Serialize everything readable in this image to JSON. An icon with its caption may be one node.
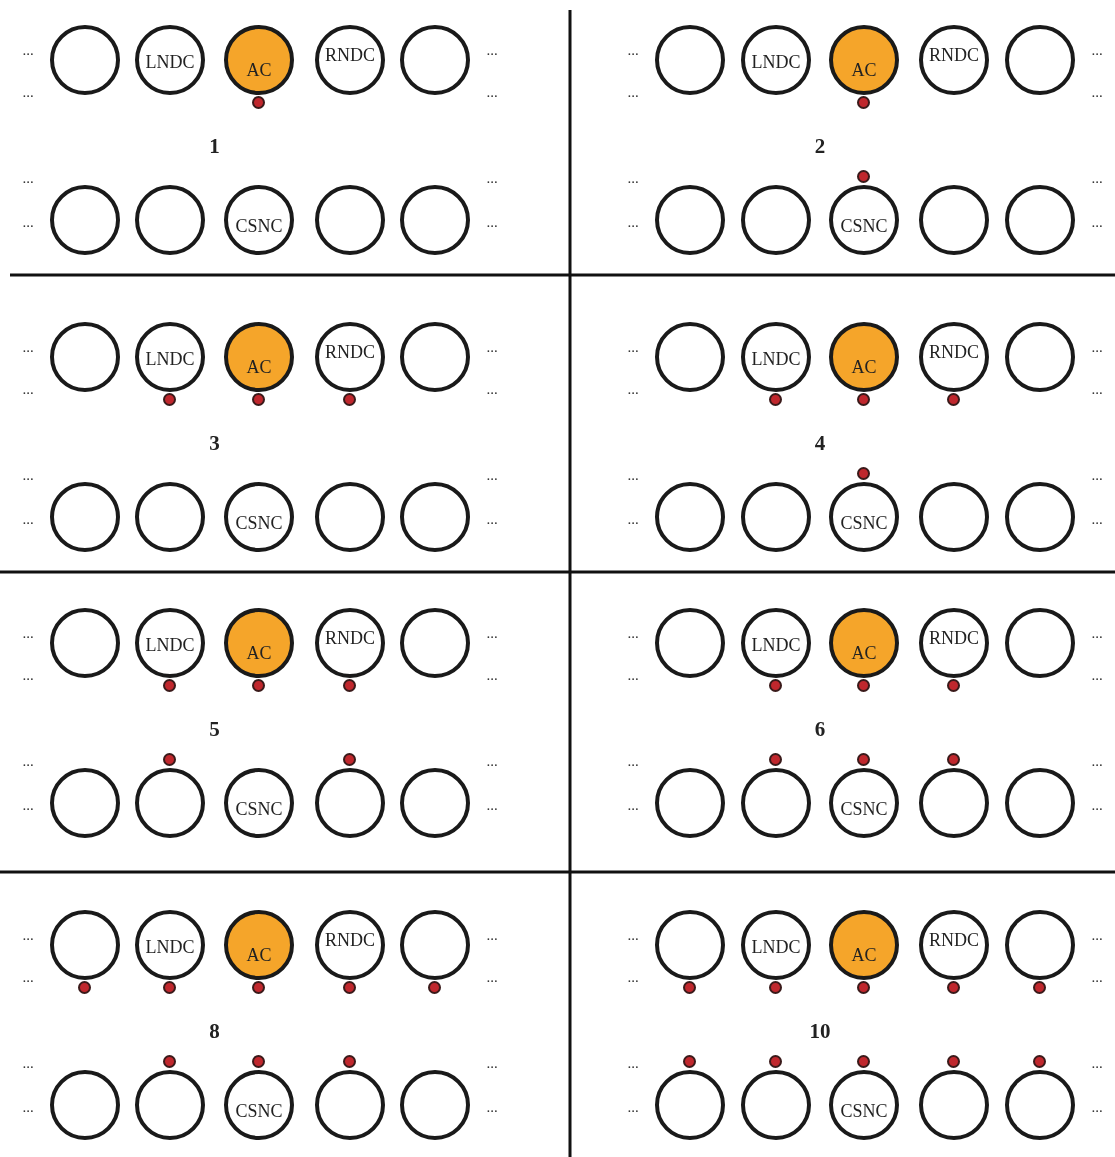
{
  "diagram": {
    "nodes": [
      {
        "text": [
          "1"
        ]
      },
      {
        "text": [],
        "shape": "circle",
        "in": 0
      },
      {
        "text": [
          "LNDC"
        ],
        "in": 0
      },
      {
        "text": [
          "AC"
        ],
        "in": 0
      },
      {
        "text": [
          "RNDC"
        ],
        "in": 0
      },
      {
        "text": [],
        "shape": "circle",
        "in": 0
      },
      {
        "text": [],
        "shape": "dot",
        "in": 0
      },
      {
        "text": [],
        "shape": "circle",
        "in": 0
      },
      {
        "text": [],
        "shape": "circle",
        "in": 0
      },
      {
        "text": [
          "CSNC"
        ],
        "in": 0
      },
      {
        "text": [],
        "shape": "circle",
        "in": 0
      },
      {
        "text": [],
        "shape": "circle",
        "in": 0
      },
      {
        "text": [
          "2"
        ]
      },
      {
        "text": [],
        "shape": "circle",
        "in": 12
      },
      {
        "text": [
          "LNDC"
        ],
        "in": 12
      },
      {
        "text": [
          "AC"
        ],
        "in": 12
      },
      {
        "text": [
          "RNDC"
        ],
        "in": 12
      },
      {
        "text": [],
        "shape": "circle",
        "in": 12
      },
      {
        "text": [],
        "shape": "dot",
        "in": 12
      },
      {
        "text": [],
        "shape": "dot",
        "in": 12
      },
      {
        "text": [],
        "shape": "circle",
        "in": 12
      },
      {
        "text": [],
        "shape": "circle",
        "in": 12
      },
      {
        "text": [
          "CSNC"
        ],
        "in": 12
      },
      {
        "text": [],
        "shape": "circle",
        "in": 12
      },
      {
        "text": [],
        "shape": "circle",
        "in": 12
      },
      {
        "text": [
          "3"
        ]
      },
      {
        "text": [],
        "shape": "circle",
        "in": 25
      },
      {
        "text": [
          "LNDC"
        ],
        "in": 25
      },
      {
        "text": [
          "AC"
        ],
        "in": 25
      },
      {
        "text": [
          "RNDC"
        ],
        "in": 25
      },
      {
        "text": [],
        "shape": "circle",
        "in": 25
      },
      {
        "text": [],
        "shape": "dot",
        "in": 25
      },
      {
        "text": [],
        "shape": "dot",
        "in": 25
      },
      {
        "text": [],
        "shape": "dot",
        "in": 25
      },
      {
        "text": [],
        "shape": "circle",
        "in": 25
      },
      {
        "text": [],
        "shape": "circle",
        "in": 25
      },
      {
        "text": [
          "CSNC"
        ],
        "in": 25
      },
      {
        "text": [],
        "shape": "circle",
        "in": 25
      },
      {
        "text": [],
        "shape": "circle",
        "in": 25
      },
      {
        "text": [
          "4"
        ]
      },
      {
        "text": [],
        "shape": "circle",
        "in": 39
      },
      {
        "text": [
          "LNDC"
        ],
        "in": 39
      },
      {
        "text": [
          "AC"
        ],
        "in": 39
      },
      {
        "text": [
          "RNDC"
        ],
        "in": 39
      },
      {
        "text": [],
        "shape": "circle",
        "in": 39
      },
      {
        "text": [],
        "shape": "dot",
        "in": 39
      },
      {
        "text": [],
        "shape": "dot",
        "in": 39
      },
      {
        "text": [],
        "shape": "dot",
        "in": 39
      },
      {
        "text": [],
        "shape": "dot",
        "in": 39
      },
      {
        "text": [],
        "shape": "circle",
        "in": 39
      },
      {
        "text": [],
        "shape": "circle",
        "in": 39
      },
      {
        "text": [
          "CSNC"
        ],
        "in": 39
      },
      {
        "text": [],
        "shape": "circle",
        "in": 39
      },
      {
        "text": [],
        "shape": "circle",
        "in": 39
      },
      {
        "text": [
          "5"
        ]
      },
      {
        "text": [],
        "shape": "circle",
        "in": 54
      },
      {
        "text": [
          "LNDC"
        ],
        "in": 54
      },
      {
        "text": [
          "AC"
        ],
        "in": 54
      },
      {
        "text": [
          "RNDC"
        ],
        "in": 54
      },
      {
        "text": [],
        "shape": "circle",
        "in": 54
      },
      {
        "text": [],
        "shape": "dot",
        "in": 54
      },
      {
        "text": [],
        "shape": "dot",
        "in": 54
      },
      {
        "text": [],
        "shape": "dot",
        "in": 54
      },
      {
        "text": [],
        "shape": "dot",
        "in": 54
      },
      {
        "text": [],
        "shape": "dot",
        "in": 54
      },
      {
        "text": [],
        "shape": "circle",
        "in": 54
      },
      {
        "text": [],
        "shape": "circle",
        "in": 54
      },
      {
        "text": [
          "CSNC"
        ],
        "in": 54
      },
      {
        "text": [],
        "shape": "circle",
        "in": 54
      },
      {
        "text": [],
        "shape": "circle",
        "in": 54
      },
      {
        "text": [
          "6"
        ]
      },
      {
        "text": [],
        "shape": "circle",
        "in": 70
      },
      {
        "text": [
          "LNDC"
        ],
        "in": 70
      },
      {
        "text": [
          "AC"
        ],
        "in": 70
      },
      {
        "text": [
          "RNDC"
        ],
        "in": 70
      },
      {
        "text": [],
        "shape": "circle",
        "in": 70
      },
      {
        "text": [],
        "shape": "dot",
        "in": 70
      },
      {
        "text": [],
        "shape": "dot",
        "in": 70
      },
      {
        "text": [],
        "shape": "dot",
        "in": 70
      },
      {
        "text": [],
        "shape": "dot",
        "in": 70
      },
      {
        "text": [],
        "shape": "dot",
        "in": 70
      },
      {
        "text": [],
        "shape": "dot",
        "in": 70
      },
      {
        "text": [],
        "shape": "circle",
        "in": 70
      },
      {
        "text": [],
        "shape": "circle",
        "in": 70
      },
      {
        "text": [
          "CSNC"
        ],
        "in": 70
      },
      {
        "text": [],
        "shape": "circle",
        "in": 70
      },
      {
        "text": [],
        "shape": "circle",
        "in": 70
      },
      {
        "text": [
          "8"
        ]
      },
      {
        "text": [],
        "shape": "circle",
        "in": 87
      },
      {
        "text": [
          "LNDC"
        ],
        "in": 87
      },
      {
        "text": [
          "AC"
        ],
        "in": 87
      },
      {
        "text": [
          "RNDC"
        ],
        "in": 87
      },
      {
        "text": [],
        "shape": "circle",
        "in": 87
      },
      {
        "text": [],
        "shape": "dot",
        "in": 87
      },
      {
        "text": [],
        "shape": "dot",
        "in": 87
      },
      {
        "text": [],
        "shape": "dot",
        "in": 87
      },
      {
        "text": [],
        "shape": "dot",
        "in": 87
      },
      {
        "text": [],
        "shape": "dot",
        "in": 87
      },
      {
        "text": [],
        "shape": "dot",
        "in": 87
      },
      {
        "text": [],
        "shape": "dot",
        "in": 87
      },
      {
        "text": [],
        "shape": "dot",
        "in": 87
      },
      {
        "text": [],
        "shape": "circle",
        "in": 87
      },
      {
        "text": [],
        "shape": "circle",
        "in": 87
      },
      {
        "text": [
          "CSNC"
        ],
        "in": 87
      },
      {
        "text": [],
        "shape": "circle",
        "in": 87
      },
      {
        "text": [],
        "shape": "circle",
        "in": 87
      },
      {
        "text": [
          "10"
        ]
      },
      {
        "text": [],
        "shape": "circle",
        "in": 106
      },
      {
        "text": [
          "LNDC"
        ],
        "in": 106
      },
      {
        "text": [
          "AC"
        ],
        "in": 106
      },
      {
        "text": [
          "RNDC"
        ],
        "in": 106
      },
      {
        "text": [],
        "shape": "circle",
        "in": 106
      },
      {
        "text": [],
        "shape": "dot",
        "in": 106
      },
      {
        "text": [],
        "shape": "dot",
        "in": 106
      },
      {
        "text": [],
        "shape": "dot",
        "in": 106
      },
      {
        "text": [],
        "shape": "dot",
        "in": 106
      },
      {
        "text": [],
        "shape": "dot",
        "in": 106
      },
      {
        "text": [],
        "shape": "dot",
        "in": 106
      },
      {
        "text": [],
        "shape": "dot",
        "in": 106
      },
      {
        "text": [],
        "shape": "dot",
        "in": 106
      },
      {
        "text": [],
        "shape": "dot",
        "in": 106
      },
      {
        "text": [],
        "shape": "dot",
        "in": 106
      },
      {
        "text": [],
        "shape": "circle",
        "in": 106
      },
      {
        "text": [],
        "shape": "circle",
        "in": 106
      },
      {
        "text": [
          "CSNC"
        ],
        "in": 106
      },
      {
        "text": [],
        "shape": "circle",
        "in": 106
      },
      {
        "text": [],
        "shape": "circle",
        "in": 106
      }
    ],
    "labels": [
      "...",
      "...",
      "...",
      "...",
      "...",
      "...",
      "...",
      "...",
      "...",
      "...",
      "...",
      "...",
      "...",
      "...",
      "...",
      "...",
      "...",
      "...",
      "...",
      "...",
      "...",
      "...",
      "...",
      "...",
      "...",
      "...",
      "...",
      "...",
      "...",
      "...",
      "...",
      "...",
      "...",
      "...",
      "...",
      "...",
      "...",
      "...",
      "...",
      "...",
      "...",
      "...",
      "...",
      "...",
      "...",
      "...",
      "...",
      "...",
      "...",
      "...",
      "...",
      "...",
      "...",
      "...",
      "...",
      "...",
      "...",
      "...",
      "...",
      "...",
      "...",
      "...",
      "...",
      "..."
    ]
  }
}
